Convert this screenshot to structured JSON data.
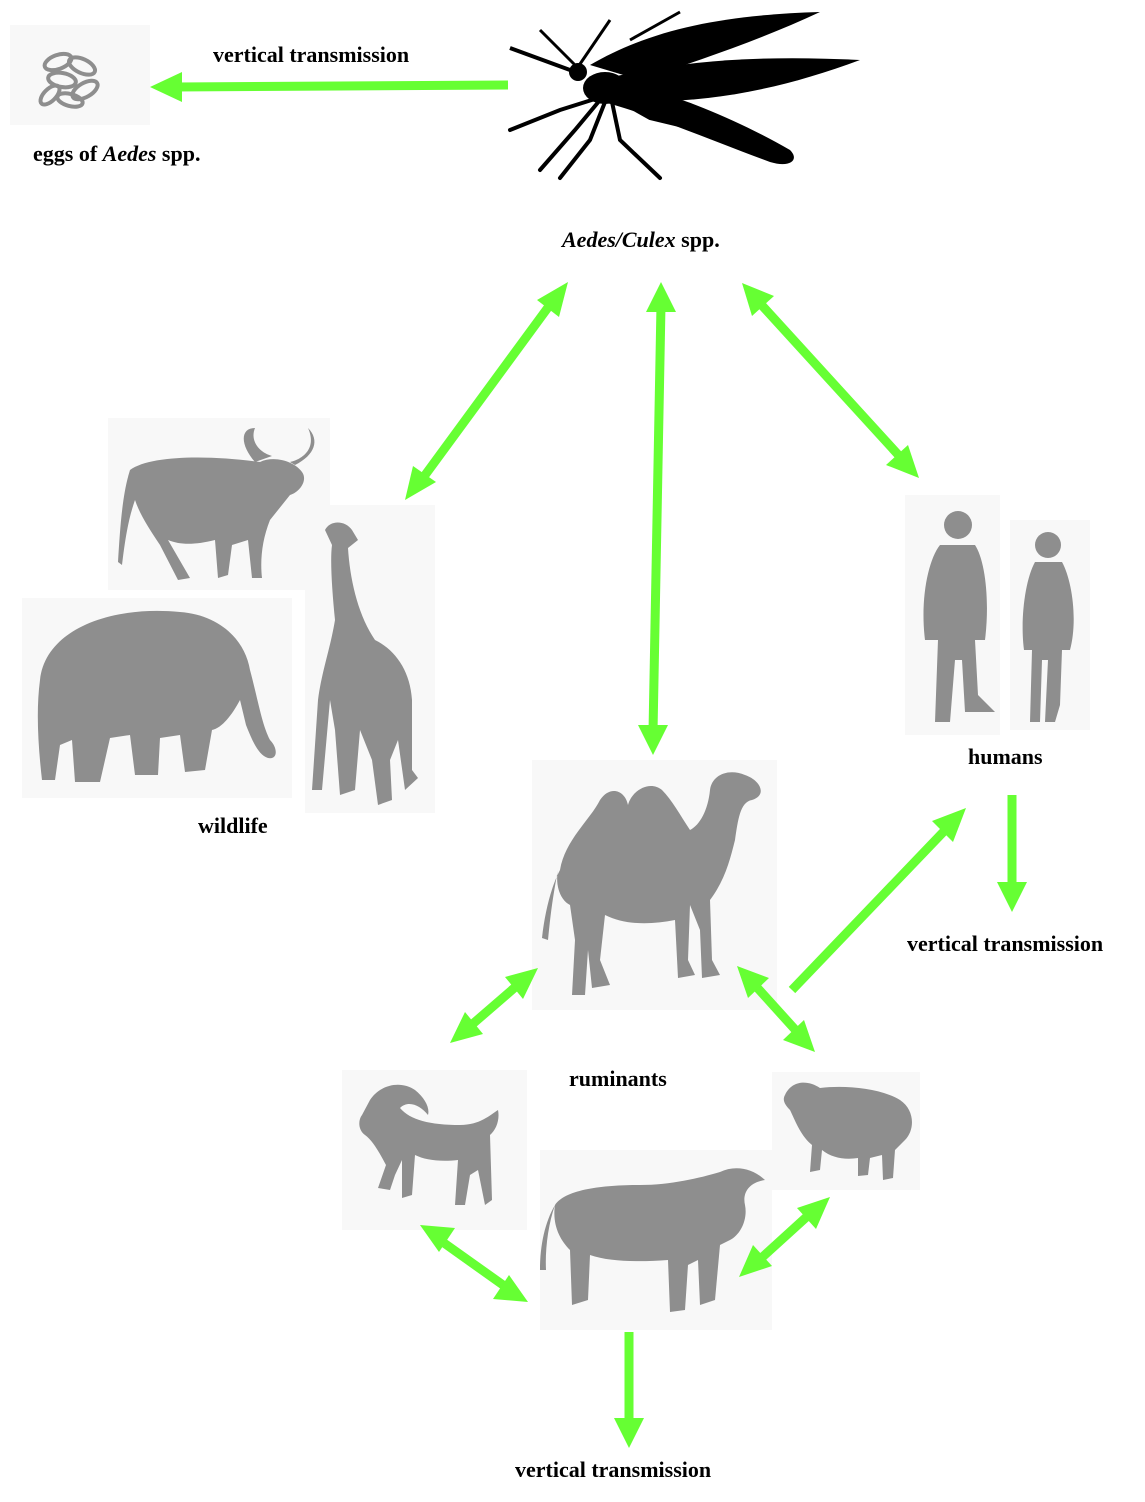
{
  "labels": {
    "vt_top": "vertical  transmission",
    "eggs_prefix": "eggs of ",
    "eggs_italic": "Aedes",
    "eggs_suffix": " spp.",
    "vector_italic": "Aedes/Culex",
    "vector_suffix": " spp.",
    "wildlife": "wildlife",
    "humans": "humans",
    "vt_humans": "vertical transmission",
    "ruminants": "ruminants",
    "vt_bottom": "vertical transmission"
  },
  "icons": [
    "mosquito-icon",
    "eggs-icon",
    "buffalo-icon",
    "elephant-icon",
    "giraffe-icon",
    "man-icon",
    "woman-icon",
    "camel-icon",
    "goat-icon",
    "sheep-icon",
    "cow-icon"
  ],
  "colors": {
    "arrow": "#66ff33",
    "silhouette": "#8e8e8e",
    "mosquito": "#000000"
  }
}
